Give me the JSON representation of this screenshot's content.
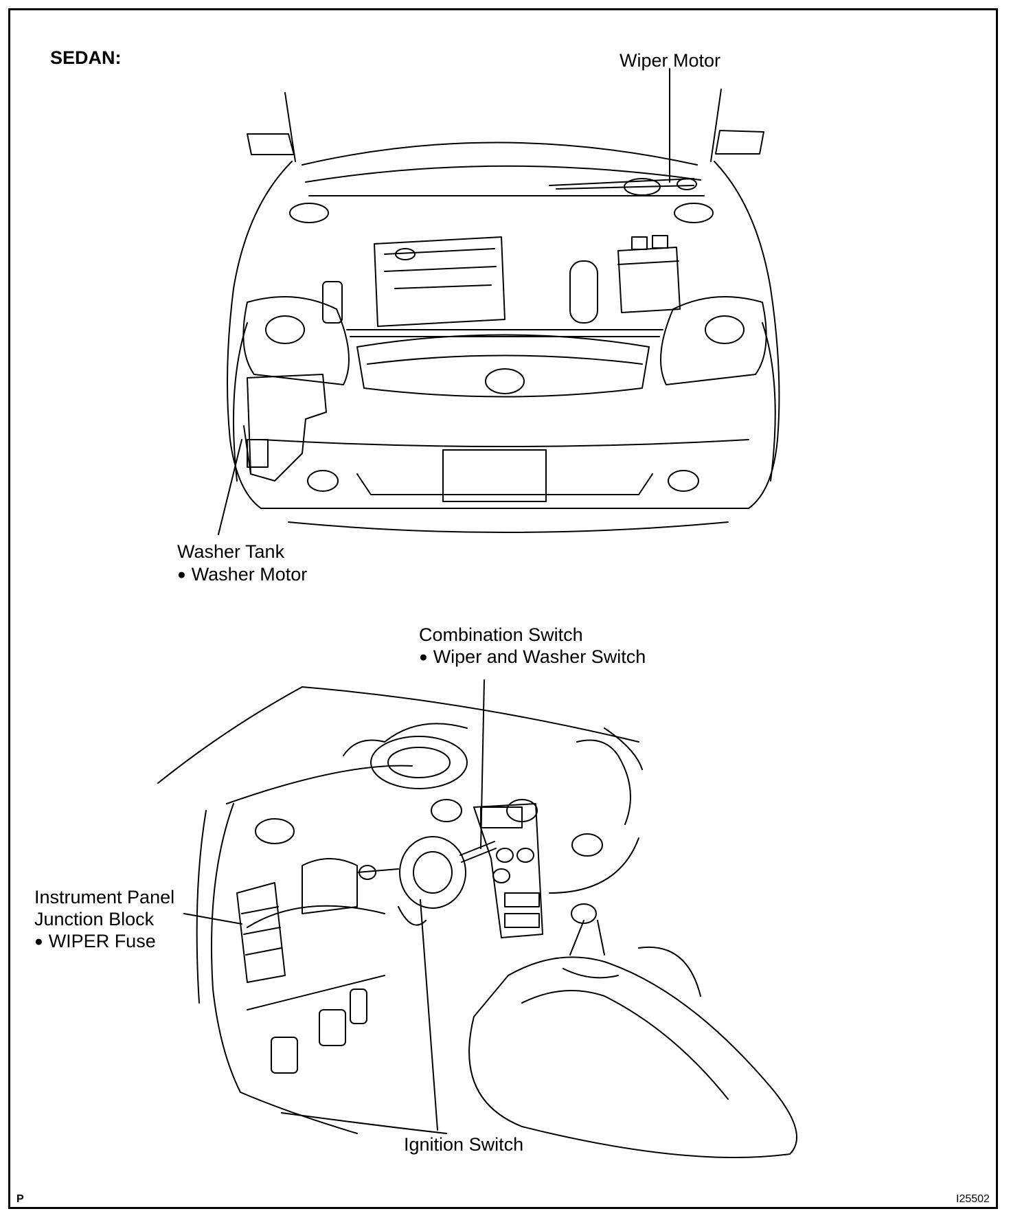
{
  "header": {
    "title": "SEDAN:"
  },
  "labels": {
    "wiper_motor": "Wiper Motor",
    "washer_tank": "Washer Tank",
    "washer_motor": "Washer Motor",
    "combination_switch": "Combination Switch",
    "wiper_washer_switch": "Wiper and Washer Switch",
    "ip_junction_block_line1": "Instrument Panel",
    "ip_junction_block_line2": "Junction Block",
    "wiper_fuse": "WIPER Fuse",
    "ignition_switch": "Ignition Switch"
  },
  "footer": {
    "left_code": "P",
    "figure_id": "I25502"
  }
}
